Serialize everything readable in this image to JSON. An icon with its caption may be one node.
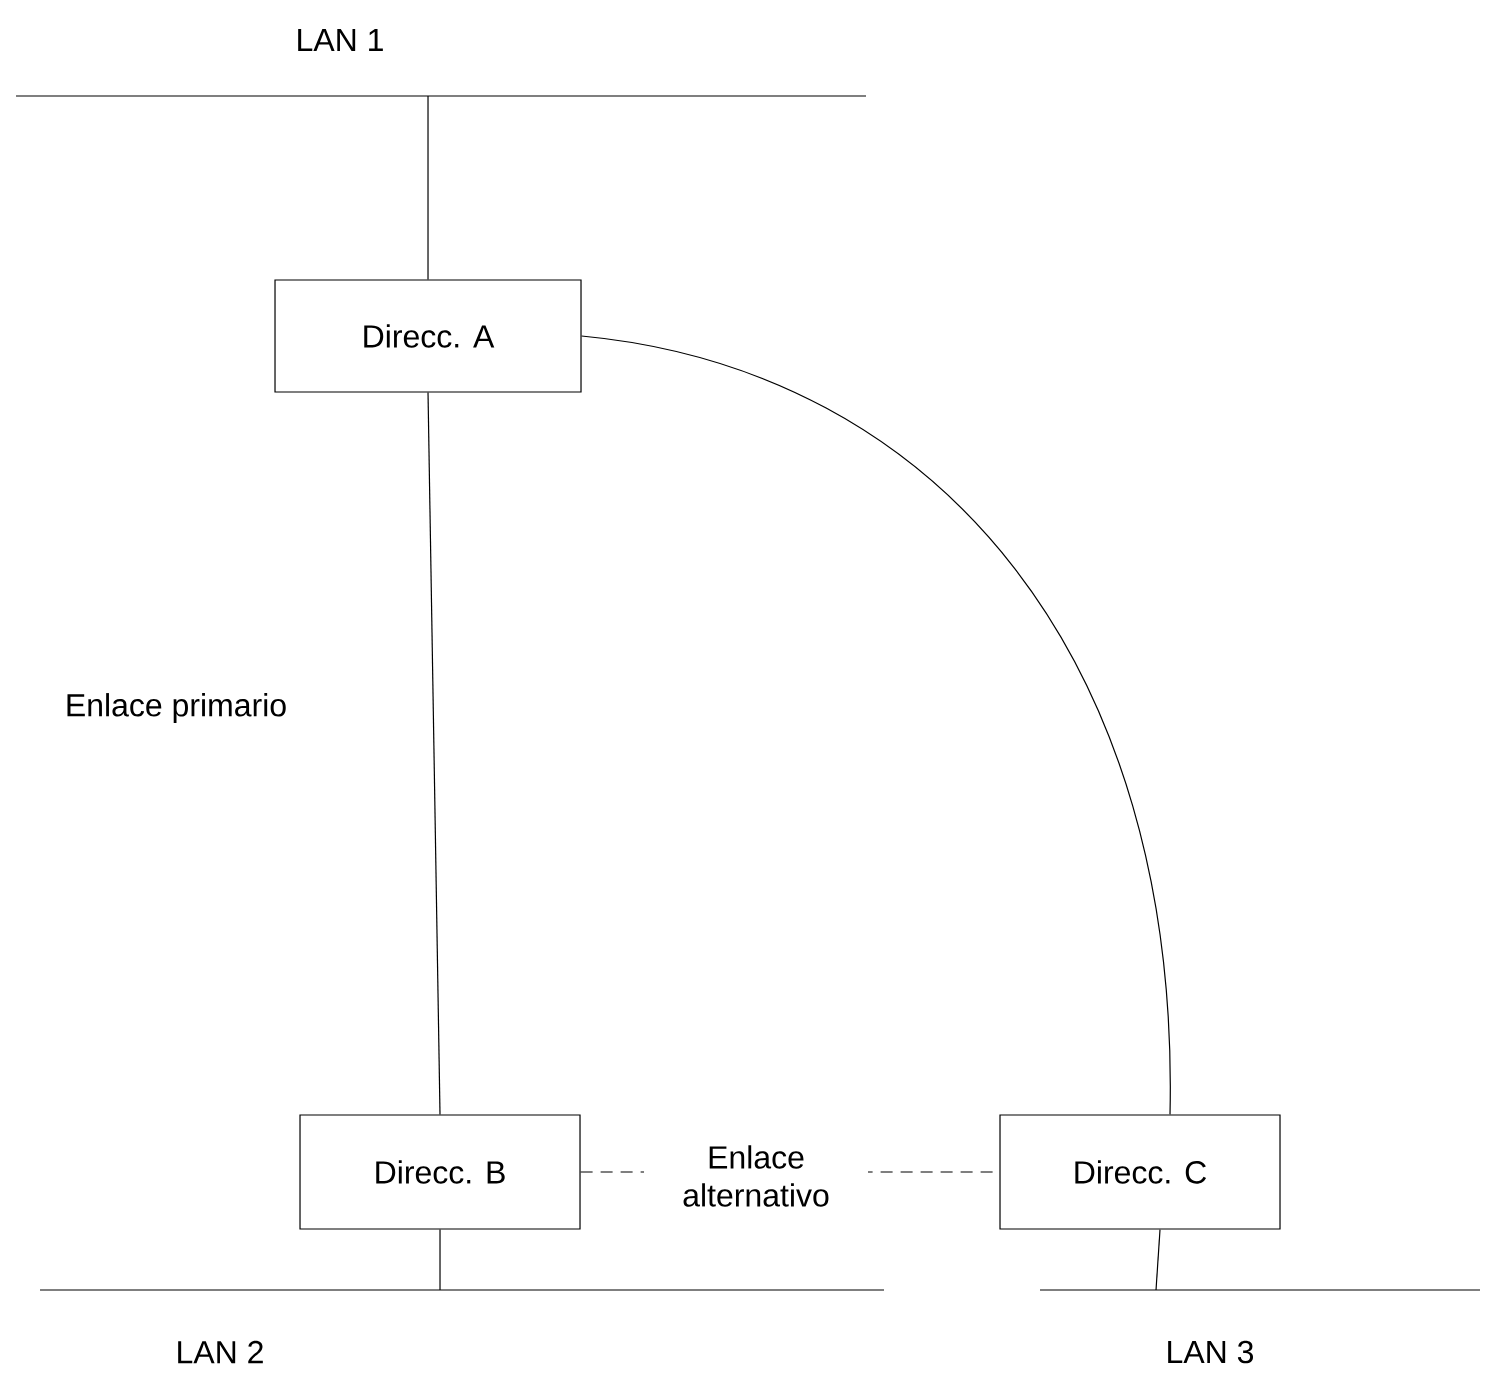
{
  "diagram": {
    "nodes": [
      {
        "text": [
          "LAN 1"
        ]
      },
      {
        "text": [
          "Direcc. A"
        ]
      },
      {
        "text": [
          "Direcc. B"
        ]
      },
      {
        "text": [
          "Direcc. C"
        ]
      },
      {
        "text": [
          "LAN 2"
        ]
      },
      {
        "text": [
          "LAN 3"
        ]
      }
    ],
    "edges": [
      {
        "from": 0,
        "to": 1,
        "arrow": "none"
      },
      {
        "from": 1,
        "to": 2,
        "arrow": "none",
        "label": "Enlace primario"
      },
      {
        "from": 1,
        "to": 3,
        "arrow": "none"
      },
      {
        "from": 2,
        "to": 3,
        "arrow": "none",
        "style": "dashed",
        "label": "Enlace alternativo"
      },
      {
        "from": 2,
        "to": 4,
        "arrow": "none"
      },
      {
        "from": 3,
        "to": 5,
        "arrow": "none"
      }
    ]
  }
}
